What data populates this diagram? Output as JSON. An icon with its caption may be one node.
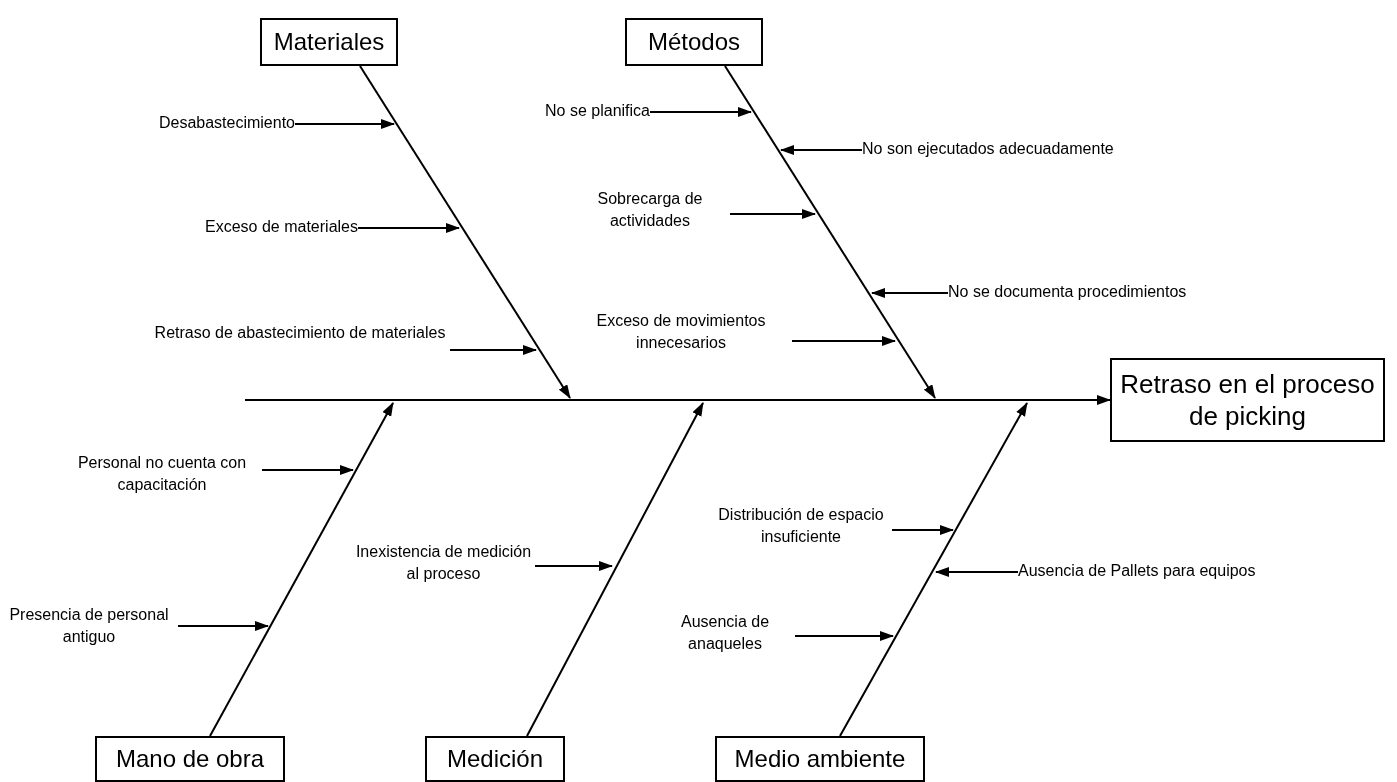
{
  "diagram": {
    "nodes": [
      {
        "text": [
          "Materiales"
        ]
      },
      {
        "text": [
          "Métodos"
        ]
      },
      {
        "text": [
          "Retraso en el proceso de picking"
        ]
      },
      {
        "text": [
          "Mano de obra"
        ]
      },
      {
        "text": [
          "Medición"
        ]
      },
      {
        "text": [
          "Medio ambiente"
        ]
      },
      {
        "text": [
          "Desabastecimiento"
        ]
      },
      {
        "text": [
          "Exceso de materiales"
        ]
      },
      {
        "text": [
          "Retraso de abastecimiento de materiales"
        ]
      },
      {
        "text": [
          "No se planifica"
        ]
      },
      {
        "text": [
          "No son ejecutados adecuadamente"
        ]
      },
      {
        "text": [
          "Sobrecarga de actividades"
        ]
      },
      {
        "text": [
          "No se documenta procedimientos"
        ]
      },
      {
        "text": [
          "Exceso de movimientos innecesarios"
        ]
      },
      {
        "text": [
          "Personal no cuenta con capacitación"
        ]
      },
      {
        "text": [
          "Presencia de personal antiguo"
        ]
      },
      {
        "text": [
          "Inexistencia de medición al proceso"
        ]
      },
      {
        "text": [
          "Distribución de espacio insuficiente"
        ]
      },
      {
        "text": [
          "Ausencia de Pallets para equipos"
        ]
      },
      {
        "text": [
          "Ausencia de anaqueles"
        ]
      }
    ],
    "edges": [
      {
        "from": null,
        "to": 2,
        "arrow": "to"
      },
      {
        "from": 0,
        "to": null,
        "arrow": "to"
      },
      {
        "from": 1,
        "to": null,
        "arrow": "to"
      },
      {
        "from": 3,
        "to": null,
        "arrow": "to"
      },
      {
        "from": 4,
        "to": null,
        "arrow": "to"
      },
      {
        "from": 5,
        "to": null,
        "arrow": "to"
      },
      {
        "from": 6,
        "to": null,
        "arrow": "to"
      },
      {
        "from": 7,
        "to": null,
        "arrow": "to"
      },
      {
        "from": 8,
        "to": null,
        "arrow": "to"
      },
      {
        "from": 9,
        "to": null,
        "arrow": "to"
      },
      {
        "from": 10,
        "to": null,
        "arrow": "to"
      },
      {
        "from": 11,
        "to": null,
        "arrow": "to"
      },
      {
        "from": 12,
        "to": null,
        "arrow": "to"
      },
      {
        "from": 13,
        "to": null,
        "arrow": "to"
      },
      {
        "from": 14,
        "to": null,
        "arrow": "to"
      },
      {
        "from": 15,
        "to": null,
        "arrow": "to"
      },
      {
        "from": 16,
        "to": null,
        "arrow": "to"
      },
      {
        "from": 17,
        "to": null,
        "arrow": "to"
      },
      {
        "from": 18,
        "to": null,
        "arrow": "to"
      },
      {
        "from": 19,
        "to": null,
        "arrow": "to"
      }
    ]
  }
}
